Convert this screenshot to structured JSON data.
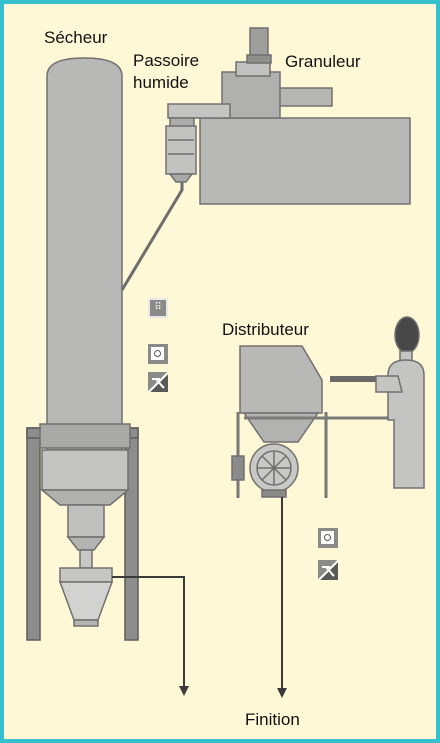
{
  "labels": {
    "dryer": "Sécheur",
    "wet_sieve": "Passoire\nhumide",
    "granulator": "Granuleur",
    "distributor": "Distributeur",
    "finishing": "Finition"
  },
  "icons": {
    "group_a": [
      "display-icon",
      "circle-icon",
      "crossed-tool-icon"
    ],
    "group_b": [
      "circle-icon",
      "crossed-tool-icon"
    ]
  },
  "colors": {
    "frame_border": "#35c0cf",
    "background": "#fff8d6",
    "equipment_fill": "#b8b8b6",
    "equipment_stroke": "#707070",
    "pipe": "#6d6d6d",
    "icon_fill": "#8a8a88"
  }
}
